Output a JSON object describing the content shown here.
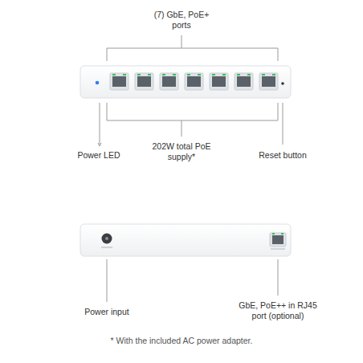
{
  "diagram": {
    "caption": "* With the included AC power adapter.",
    "labels": [
      "(7) GbE, PoE+ ports",
      "Power LED",
      "202W total PoE supply*",
      "Reset button",
      "Power input",
      "GbE, PoE++ in RJ45 port (optional)"
    ]
  }
}
